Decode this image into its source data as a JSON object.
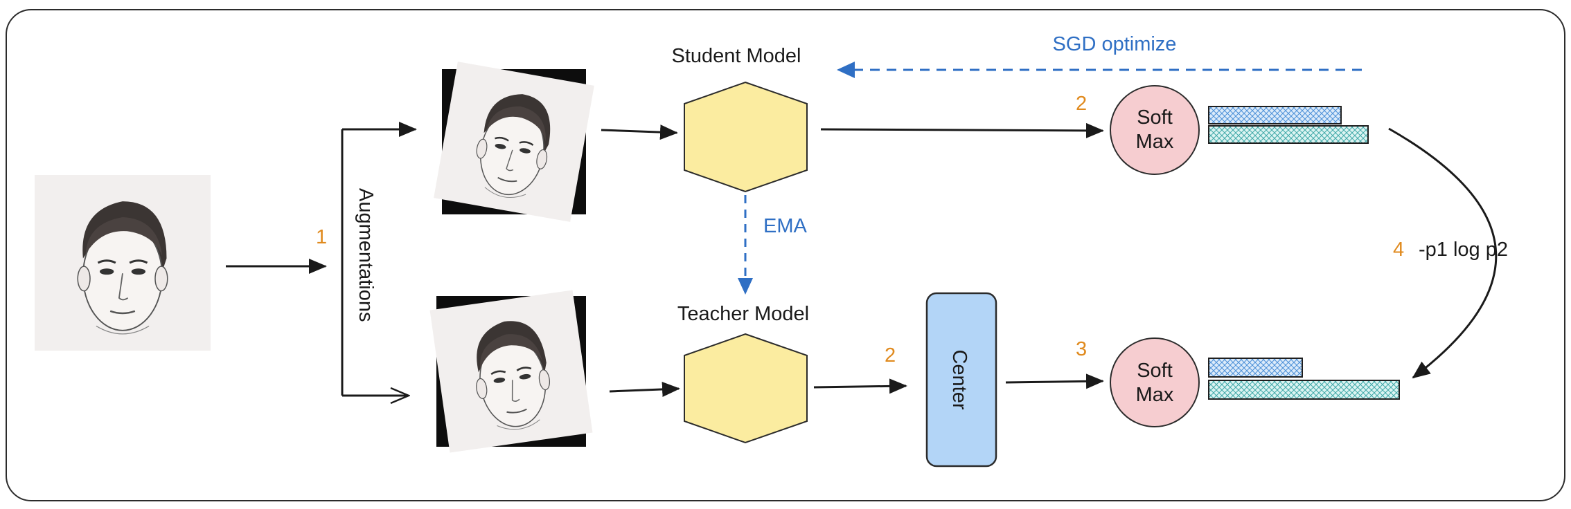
{
  "labels": {
    "student_model": "Student Model",
    "teacher_model": "Teacher Model",
    "augmentations": "Augmentations",
    "sgd_optimize": "SGD optimize",
    "ema": "EMA",
    "center": "Center",
    "softmax_top_line1": "Soft",
    "softmax_top_line2": "Max",
    "softmax_bottom_line1": "Soft",
    "softmax_bottom_line2": "Max",
    "loss": "-p1 log p2"
  },
  "step_numbers": {
    "augment": "1",
    "student_to_softmax": "2",
    "teacher_to_center": "2",
    "center_to_softmax": "3",
    "loss": "4"
  },
  "distributions": {
    "student": [
      0.83,
      1.0
    ],
    "teacher": [
      0.49,
      1.0
    ]
  },
  "colors": {
    "hexagon_fill": "#fbeca0",
    "softmax_fill": "#f6cdd0",
    "center_fill": "#b3d5f7",
    "accent_blue": "#2f6fc4",
    "step_orange": "#e08a1e",
    "bar_top_hatch": "#4a8fd8",
    "bar_bottom_hatch": "#3fa8a8"
  },
  "icons": {
    "input_image": "face-portrait-icon",
    "augmented_images": "rotated-face-portrait-icon"
  }
}
